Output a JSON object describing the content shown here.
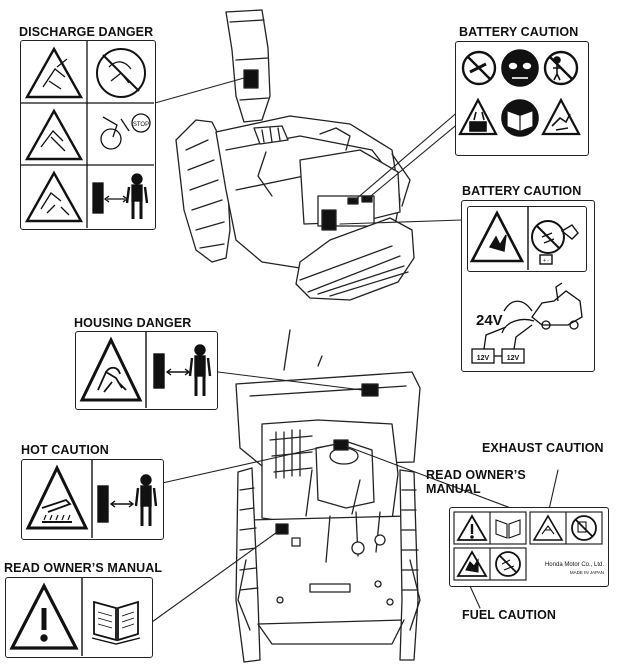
{
  "labels": {
    "discharge_danger": "DISCHARGE DANGER",
    "battery_caution_top": "BATTERY CAUTION",
    "battery_caution_side": "BATTERY CAUTION",
    "housing_danger": "HOUSING DANGER",
    "hot_caution": "HOT CAUTION",
    "read_manual_bottom": "READ OWNER’S MANUAL",
    "read_manual_line1": "READ OWNER’S",
    "read_manual_line2": "MANUAL",
    "exhaust_caution": "EXHAUST CAUTION",
    "fuel_caution": "FUEL CAUTION"
  },
  "battery_panel": {
    "voltage": "24V",
    "cell_label": "12V"
  },
  "combo_panel": {
    "maker": "Honda Motor Co., Ltd.",
    "origin": "MADE IN JAPAN"
  },
  "stop_sign": "STOP",
  "colors": {
    "ink": "#111111",
    "line": "#222222",
    "fill": "#ffffff"
  }
}
